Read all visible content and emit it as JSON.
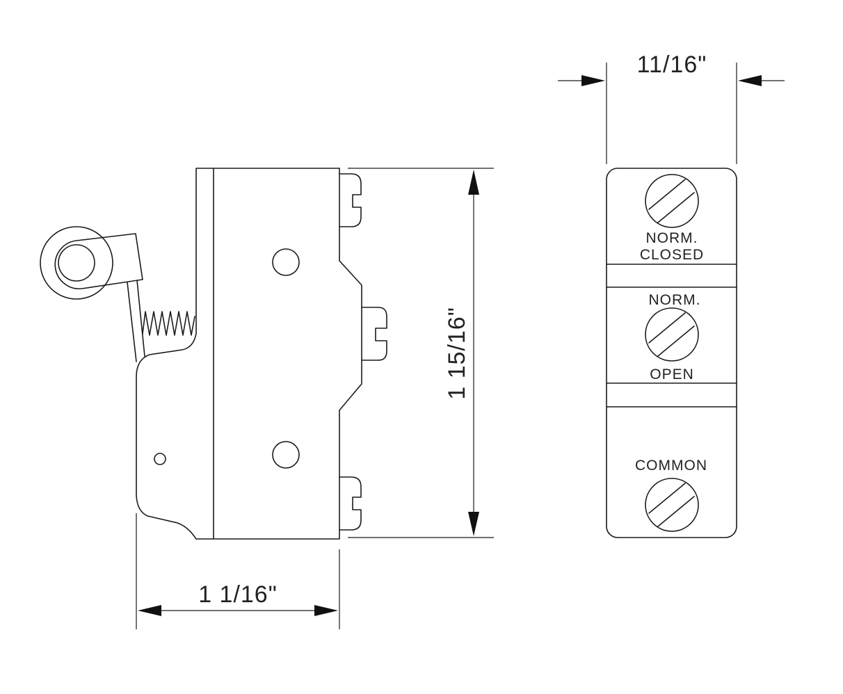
{
  "dimensions": {
    "width_side": "1  1/16\"",
    "height_side": "1  15/16\"",
    "width_front": "11/16\""
  },
  "terminals": [
    {
      "label_lines": [
        "NORM.",
        "CLOSED"
      ]
    },
    {
      "label_lines": [
        "NORM.",
        "OPEN"
      ]
    },
    {
      "label_lines": [
        "COMMON"
      ]
    }
  ],
  "colors": {
    "line": "#1a1a1a",
    "background": "#ffffff"
  }
}
